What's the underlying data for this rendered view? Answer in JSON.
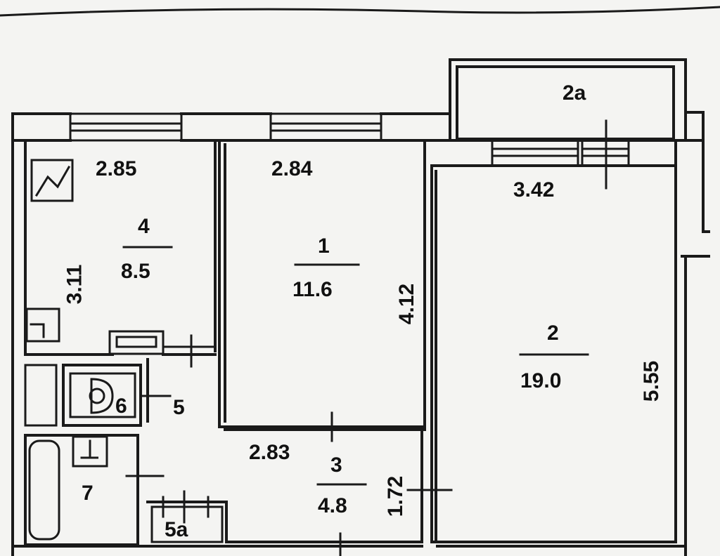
{
  "rooms": [
    {
      "id": "1",
      "number": "1",
      "area": "11.6"
    },
    {
      "id": "2",
      "number": "2",
      "area": "19.0"
    },
    {
      "id": "2a",
      "number": "2a"
    },
    {
      "id": "3",
      "number": "3",
      "area": "4.8"
    },
    {
      "id": "4",
      "number": "4",
      "area": "8.5"
    },
    {
      "id": "5",
      "number": "5"
    },
    {
      "id": "5a",
      "number": "5a"
    },
    {
      "id": "6",
      "number": "6"
    },
    {
      "id": "7",
      "number": "7"
    }
  ],
  "dimensions": {
    "room4_width": "2.85",
    "room4_depth": "3.11",
    "room1_width": "2.84",
    "room1_depth": "4.12",
    "room2_width": "3.42",
    "room2_depth": "5.55",
    "room3_width": "2.83",
    "room3_depth": "1.72"
  }
}
